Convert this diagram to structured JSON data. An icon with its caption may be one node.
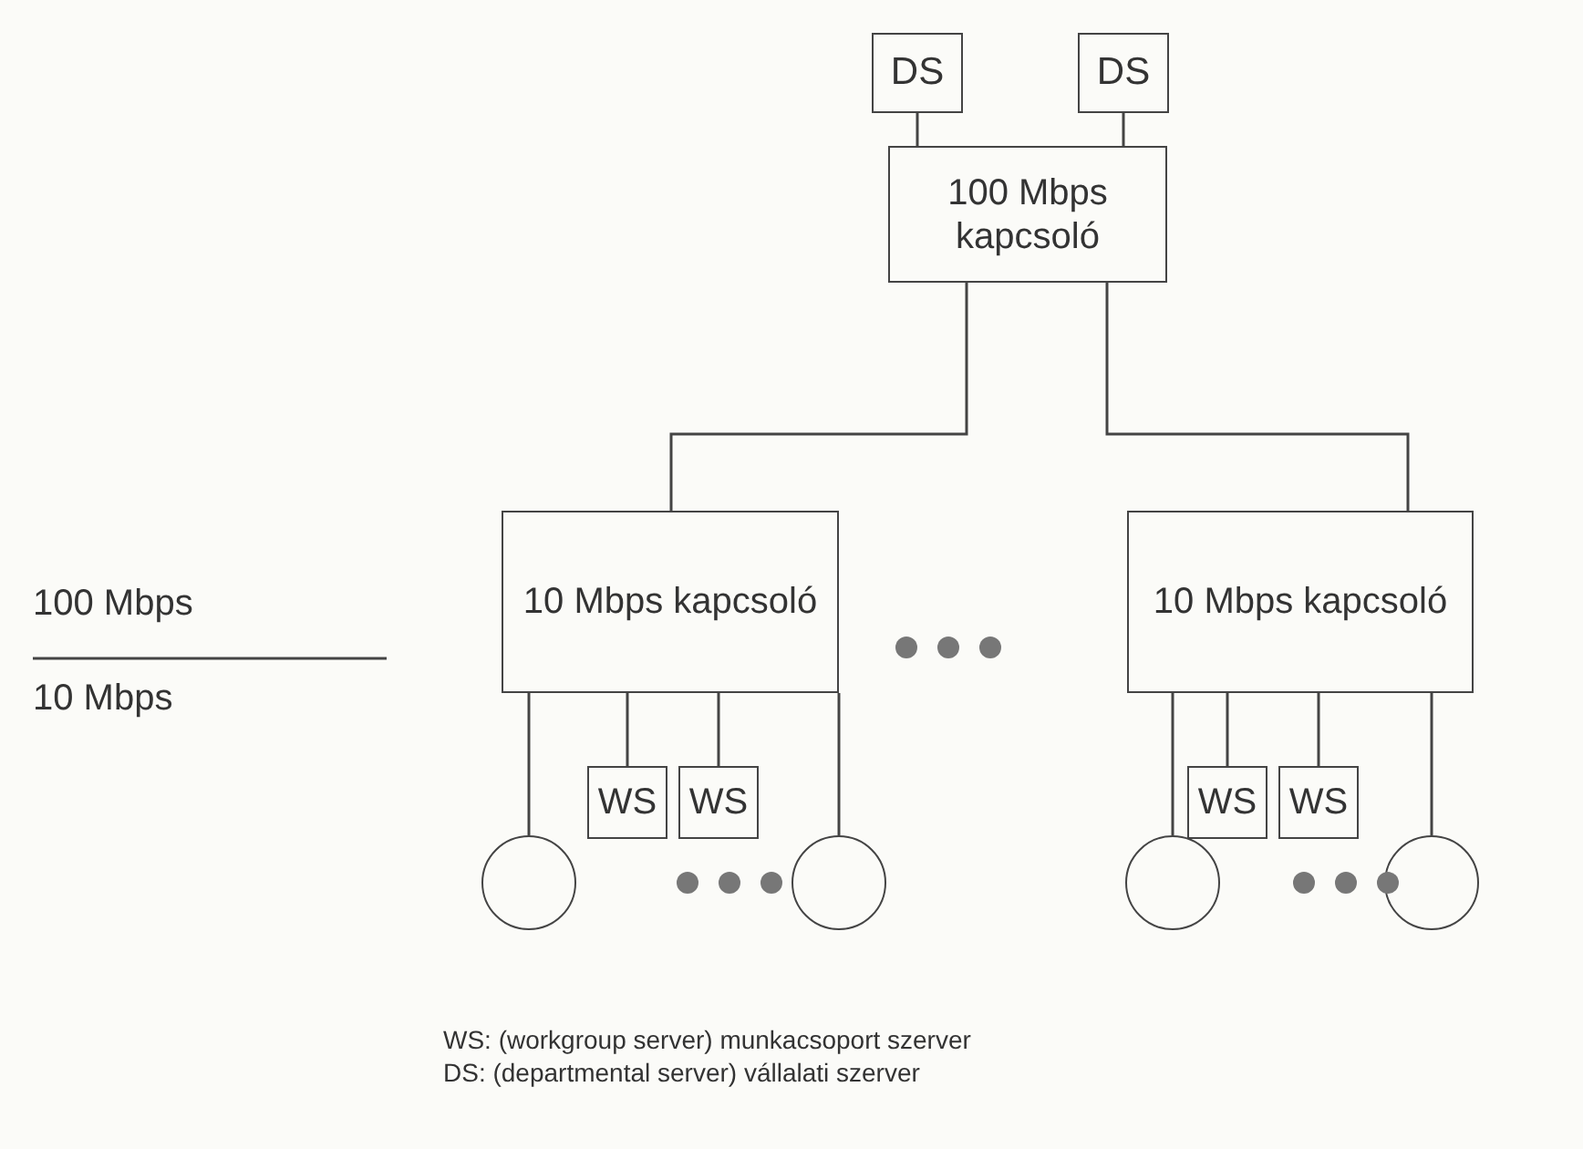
{
  "diagram": {
    "nodes": [
      {
        "text": [
          "DS"
        ]
      },
      {
        "text": [
          "DS"
        ]
      },
      {
        "text": [
          "100 Mbps kapcsoló"
        ]
      },
      {
        "text": [
          "10 Mbps kapcsoló"
        ]
      },
      {
        "text": [
          "10 Mbps kapcsoló"
        ]
      },
      {
        "text": [
          "WS"
        ]
      },
      {
        "text": [
          "WS"
        ]
      },
      {
        "text": [
          "WS"
        ]
      },
      {
        "text": [
          "WS"
        ]
      },
      {
        "text": [],
        "shape": "circle"
      },
      {
        "text": [],
        "shape": "circle"
      },
      {
        "text": [],
        "shape": "circle"
      },
      {
        "text": [],
        "shape": "circle"
      }
    ],
    "edges": [
      {
        "from": 0,
        "to": 2,
        "arrow": "none"
      },
      {
        "from": 1,
        "to": 2,
        "arrow": "none"
      },
      {
        "from": 2,
        "to": 3,
        "arrow": "none"
      },
      {
        "from": 2,
        "to": 4,
        "arrow": "none"
      },
      {
        "from": 3,
        "to": 9,
        "arrow": "none"
      },
      {
        "from": 3,
        "to": 5,
        "arrow": "none"
      },
      {
        "from": 3,
        "to": 6,
        "arrow": "none"
      },
      {
        "from": 3,
        "to": 10,
        "arrow": "none"
      },
      {
        "from": 4,
        "to": 11,
        "arrow": "none"
      },
      {
        "from": 4,
        "to": 7,
        "arrow": "none"
      },
      {
        "from": 4,
        "to": 8,
        "arrow": "none"
      },
      {
        "from": 4,
        "to": 12,
        "arrow": "none"
      }
    ],
    "labels": [
      "100 Mbps",
      "10 Mbps",
      "WS: (workgroup server) munkacsoport szerver",
      "DS: (departmental server) vállalati szerver"
    ]
  }
}
